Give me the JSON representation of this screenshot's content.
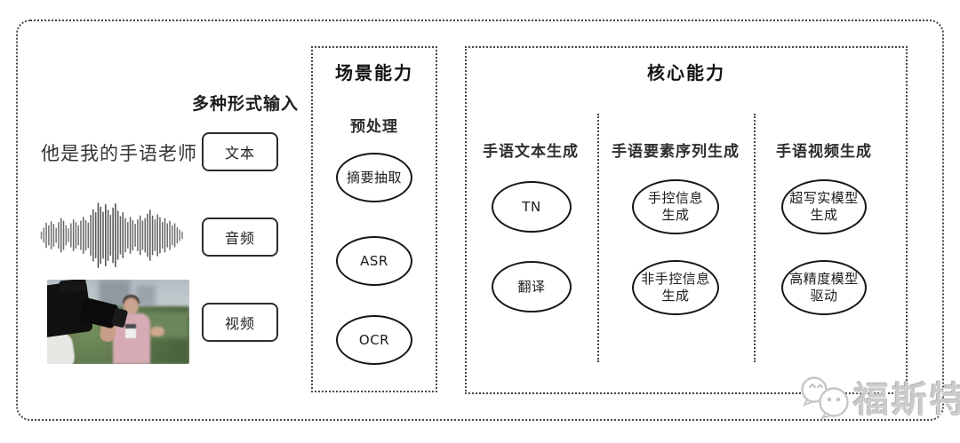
{
  "input_section": {
    "header": "多种形式输入",
    "sample_text": "他是我的手语老师",
    "items": [
      {
        "label": "文本"
      },
      {
        "label": "音频"
      },
      {
        "label": "视频"
      }
    ]
  },
  "scene_box": {
    "title": "场景能力",
    "subtitle": "预处理",
    "nodes": [
      "摘要抽取",
      "ASR",
      "OCR"
    ]
  },
  "core_box": {
    "title": "核心能力",
    "columns": [
      {
        "header": "手语文本生成",
        "nodes": [
          "TN",
          "翻译"
        ]
      },
      {
        "header": "手语要素序列生成",
        "nodes": [
          "手控信息\n生成",
          "非手控信息\n生成"
        ]
      },
      {
        "header": "手语视频生成",
        "nodes": [
          "超写实模型\n生成",
          "高精度模型\n驱动"
        ]
      }
    ]
  },
  "watermark": {
    "text": "福斯特"
  },
  "colors": {
    "border_dots": "#474747",
    "node_border": "#161616",
    "watermark_gray": "#cbcbcb"
  }
}
